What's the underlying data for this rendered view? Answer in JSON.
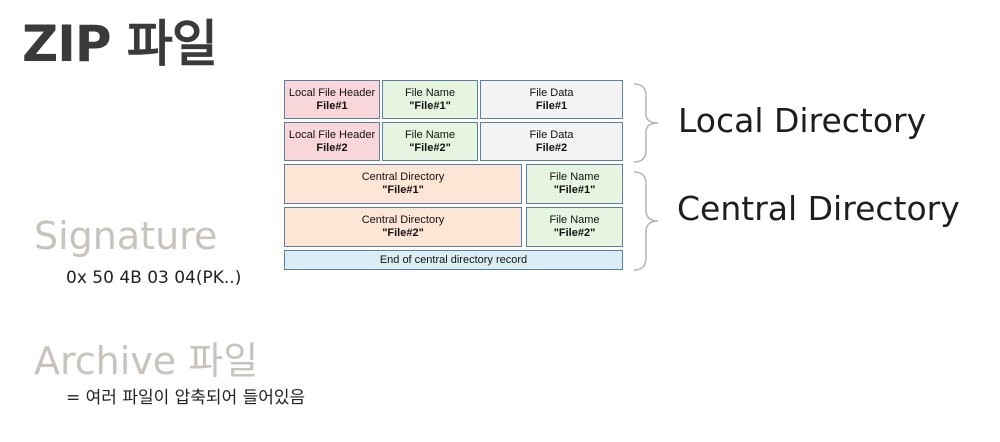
{
  "title": "ZIP 파일",
  "signature": {
    "heading": "Signature",
    "value": "0x 50 4B 03 04(PK..)"
  },
  "archive": {
    "heading": "Archive 파일",
    "description": "= 여러 파일이 압축되어 들어있음"
  },
  "diagram": {
    "local_1": {
      "header_line1": "Local File Header",
      "header_line2": "File#1",
      "name_line1": "File Name",
      "name_line2": "\"File#1\"",
      "data_line1": "File Data",
      "data_line2": "File#1"
    },
    "local_2": {
      "header_line1": "Local File Header",
      "header_line2": "File#2",
      "name_line1": "File Name",
      "name_line2": "\"File#2\"",
      "data_line1": "File Data",
      "data_line2": "File#2"
    },
    "central_1": {
      "dir_line1": "Central Directory",
      "dir_line2": "\"File#1\"",
      "name_line1": "File Name",
      "name_line2": "\"File#1\""
    },
    "central_2": {
      "dir_line1": "Central Directory",
      "dir_line2": "\"File#2\"",
      "name_line1": "File Name",
      "name_line2": "\"File#2\""
    },
    "end_record": "End of central directory record",
    "local_label": "Local Directory",
    "central_label": "Central Directory"
  }
}
